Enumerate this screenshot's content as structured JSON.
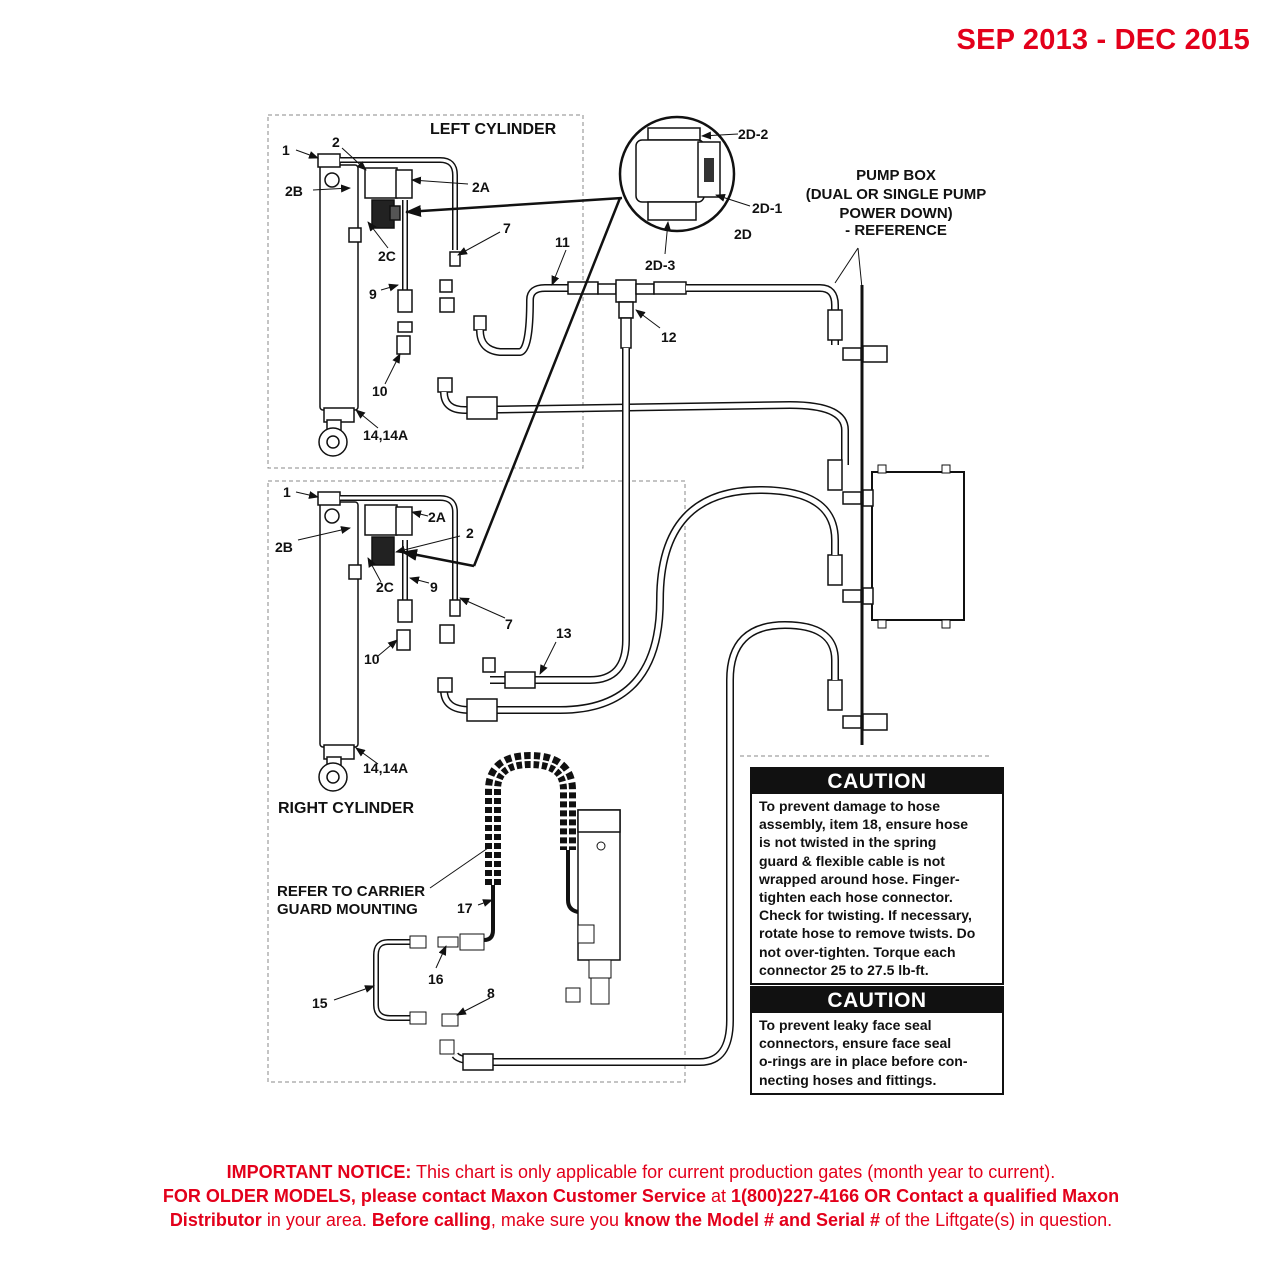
{
  "header": {
    "date_range": "SEP 2013 - DEC 2015"
  },
  "sections": {
    "left_cylinder": "LEFT CYLINDER",
    "right_cylinder": "RIGHT CYLINDER",
    "pump_box_line1": "PUMP BOX",
    "pump_box_line2": "(DUAL OR SINGLE PUMP",
    "pump_box_line3": "POWER DOWN)",
    "pump_box_line4": "- REFERENCE",
    "carrier_line1": "REFER TO CARRIER",
    "carrier_line2": "GUARD MOUNTING"
  },
  "callouts": {
    "l1": "1",
    "l2": "2",
    "l2a": "2A",
    "l2b": "2B",
    "l2c": "2C",
    "l7": "7",
    "l9": "9",
    "l10": "10",
    "l11": "11",
    "l12": "12",
    "l14": "14,14A",
    "d2": "2D-2",
    "d1": "2D-1",
    "d": "2D",
    "d3": "2D-3",
    "r1": "1",
    "r2a": "2A",
    "r2": "2",
    "r2b": "2B",
    "r2c": "2C",
    "r9": "9",
    "r7": "7",
    "r13": "13",
    "r10": "10",
    "r14": "14,14A",
    "c17": "17",
    "c16": "16",
    "c15": "15",
    "c8": "8"
  },
  "cautions": [
    {
      "title": "CAUTION",
      "text": "To prevent damage to hose\nassembly, item 18, ensure hose\nis not twisted in the spring\nguard & flexible cable is not\nwrapped around hose. Finger-\ntighten each hose connector.\nCheck for twisting. If necessary,\nrotate hose to remove twists. Do\nnot over-tighten. Torque each\nconnector 25 to 27.5 lb-ft."
    },
    {
      "title": "CAUTION",
      "text": "To prevent leaky face seal\nconnectors, ensure face seal\no-rings are in place before con-\nnecting hoses and fittings."
    }
  ],
  "notice": {
    "l1_bold": "IMPORTANT NOTICE:",
    "l1_rest": " This chart is only applicable for current production gates (month year to current).",
    "l2_bold": "FOR OLDER MODELS, please contact Maxon Customer Service",
    "l2_mid": " at ",
    "l2_bold2": "1(800)227-4166 OR Contact a qualified Maxon",
    "l3_bold": "Distributor",
    "l3_mid": " in your area. ",
    "l3_bold2": "Before calling",
    "l3_mid2": ", make sure you ",
    "l3_bold3": "know the Model # and Serial #",
    "l3_rest": " of the Liftgate(s) in question."
  },
  "colors": {
    "accent_red": "#e3001b",
    "line": "#111111",
    "dash": "#888888"
  }
}
